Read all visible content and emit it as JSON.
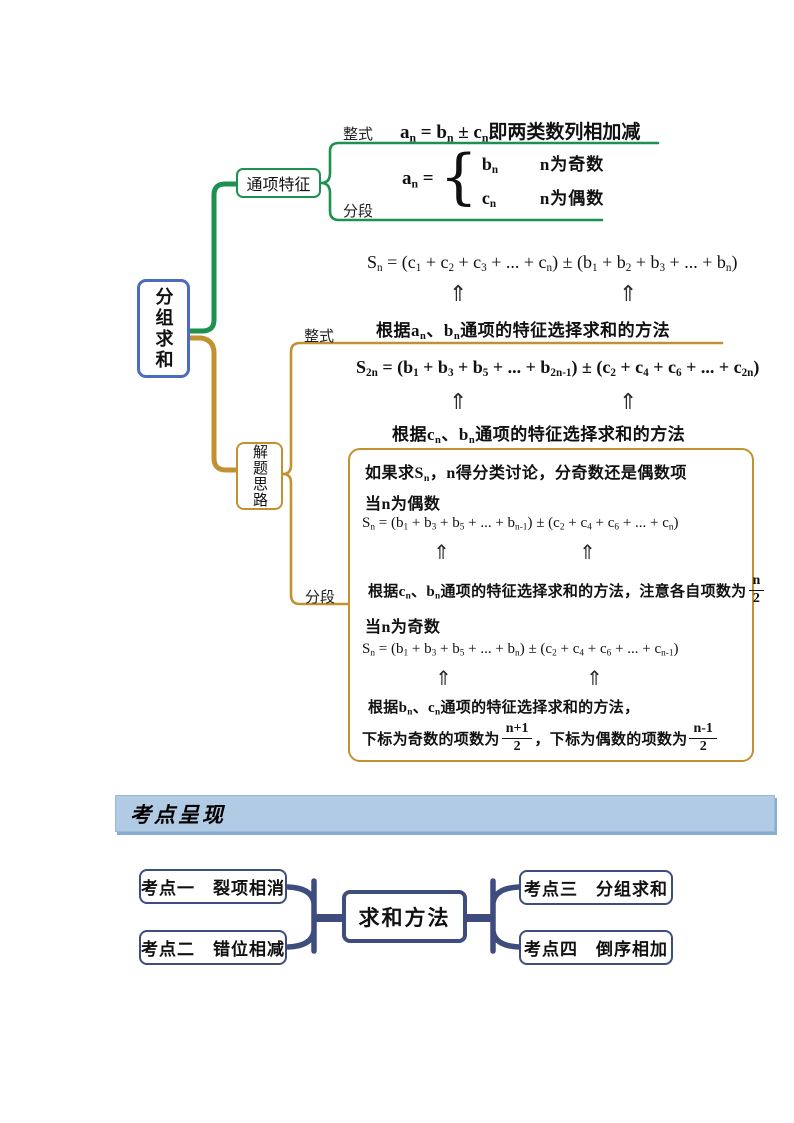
{
  "symbols": {
    "double_up_arrow": "⇑"
  },
  "colors": {
    "branch_green": "#1c9150",
    "branch_gold": "#c39230",
    "root_blue": "#4b6cc0",
    "map_navy": "#3e4d7d",
    "header_bg": "#b2cbe4",
    "header_shadow": "#88add0"
  },
  "mindmap": {
    "root_label": "分组求和",
    "term_branch": {
      "label": "通项特征",
      "zhengshi": {
        "label": "整式",
        "formula": "a_{n} = b_{n} ± c_{n}即两类数列相加减"
      },
      "fenduan": {
        "label": "分段",
        "lhs": "a_{n} =",
        "brace": "{",
        "cases": [
          {
            "value": "b_{n}",
            "condition": "n为奇数"
          },
          {
            "value": "c_{n}",
            "condition": "n为偶数"
          }
        ]
      }
    },
    "solve_branch": {
      "label": "解题思路",
      "zhengshi": {
        "label": "整式",
        "sum_n_formula": "S_{n} = (c_{1} + c_{2} + c_{3} + ... + c_{n}) ± (b_{1} + b_{2} + b_{3} + ... + b_{n})",
        "sum_n_note": "根据a_{n}、b_{n}通项的特征选择求和的方法",
        "sum_2n_formula": "S_{2n} = (b_{1} + b_{3} + b_{5} + ... + b_{2n-1}) ± (c_{2} + c_{4} + c_{6} + ... + c_{2n})",
        "sum_2n_note": "根据c_{n}、b_{n}通项的特征选择求和的方法"
      },
      "fenduan": {
        "label": "分段",
        "intro": "如果求S_{n}，n得分类讨论，分奇数还是偶数项",
        "even_case": {
          "heading": "当n为偶数",
          "formula": "S_{n} = (b_{1} + b_{3} + b_{5} + ... + b_{n-1}) ± (c_{2} + c_{4} + c_{6} + ... + c_{n})",
          "note": "根据c_{n}、b_{n}通项的特征选择求和的方法，注意各自项数为",
          "note_fraction": {
            "numerator": "n",
            "denominator": "2"
          }
        },
        "odd_case": {
          "heading": "当n为奇数",
          "formula": "S_{n} = (b_{1} + b_{3} + b_{5} + ... + b_{n}) ± (c_{2} + c_{4} + c_{6} + ... + c_{n-1})",
          "note": "根据b_{n}、c_{n}通项的特征选择求和的方法，",
          "tail_odd_label": "下标为奇数的项数为",
          "tail_odd_fraction": {
            "numerator": "n+1",
            "denominator": "2"
          },
          "tail_even_label": "，下标为偶数的项数为",
          "tail_even_fraction": {
            "numerator": "n-1",
            "denominator": "2"
          }
        }
      }
    }
  },
  "section_header": {
    "title": "考点呈现"
  },
  "method_map": {
    "center_label": "求和方法",
    "left_items": [
      {
        "label": "考点一　裂项相消"
      },
      {
        "label": "考点二　错位相减"
      }
    ],
    "right_items": [
      {
        "label": "考点三　分组求和"
      },
      {
        "label": "考点四　倒序相加"
      }
    ]
  }
}
